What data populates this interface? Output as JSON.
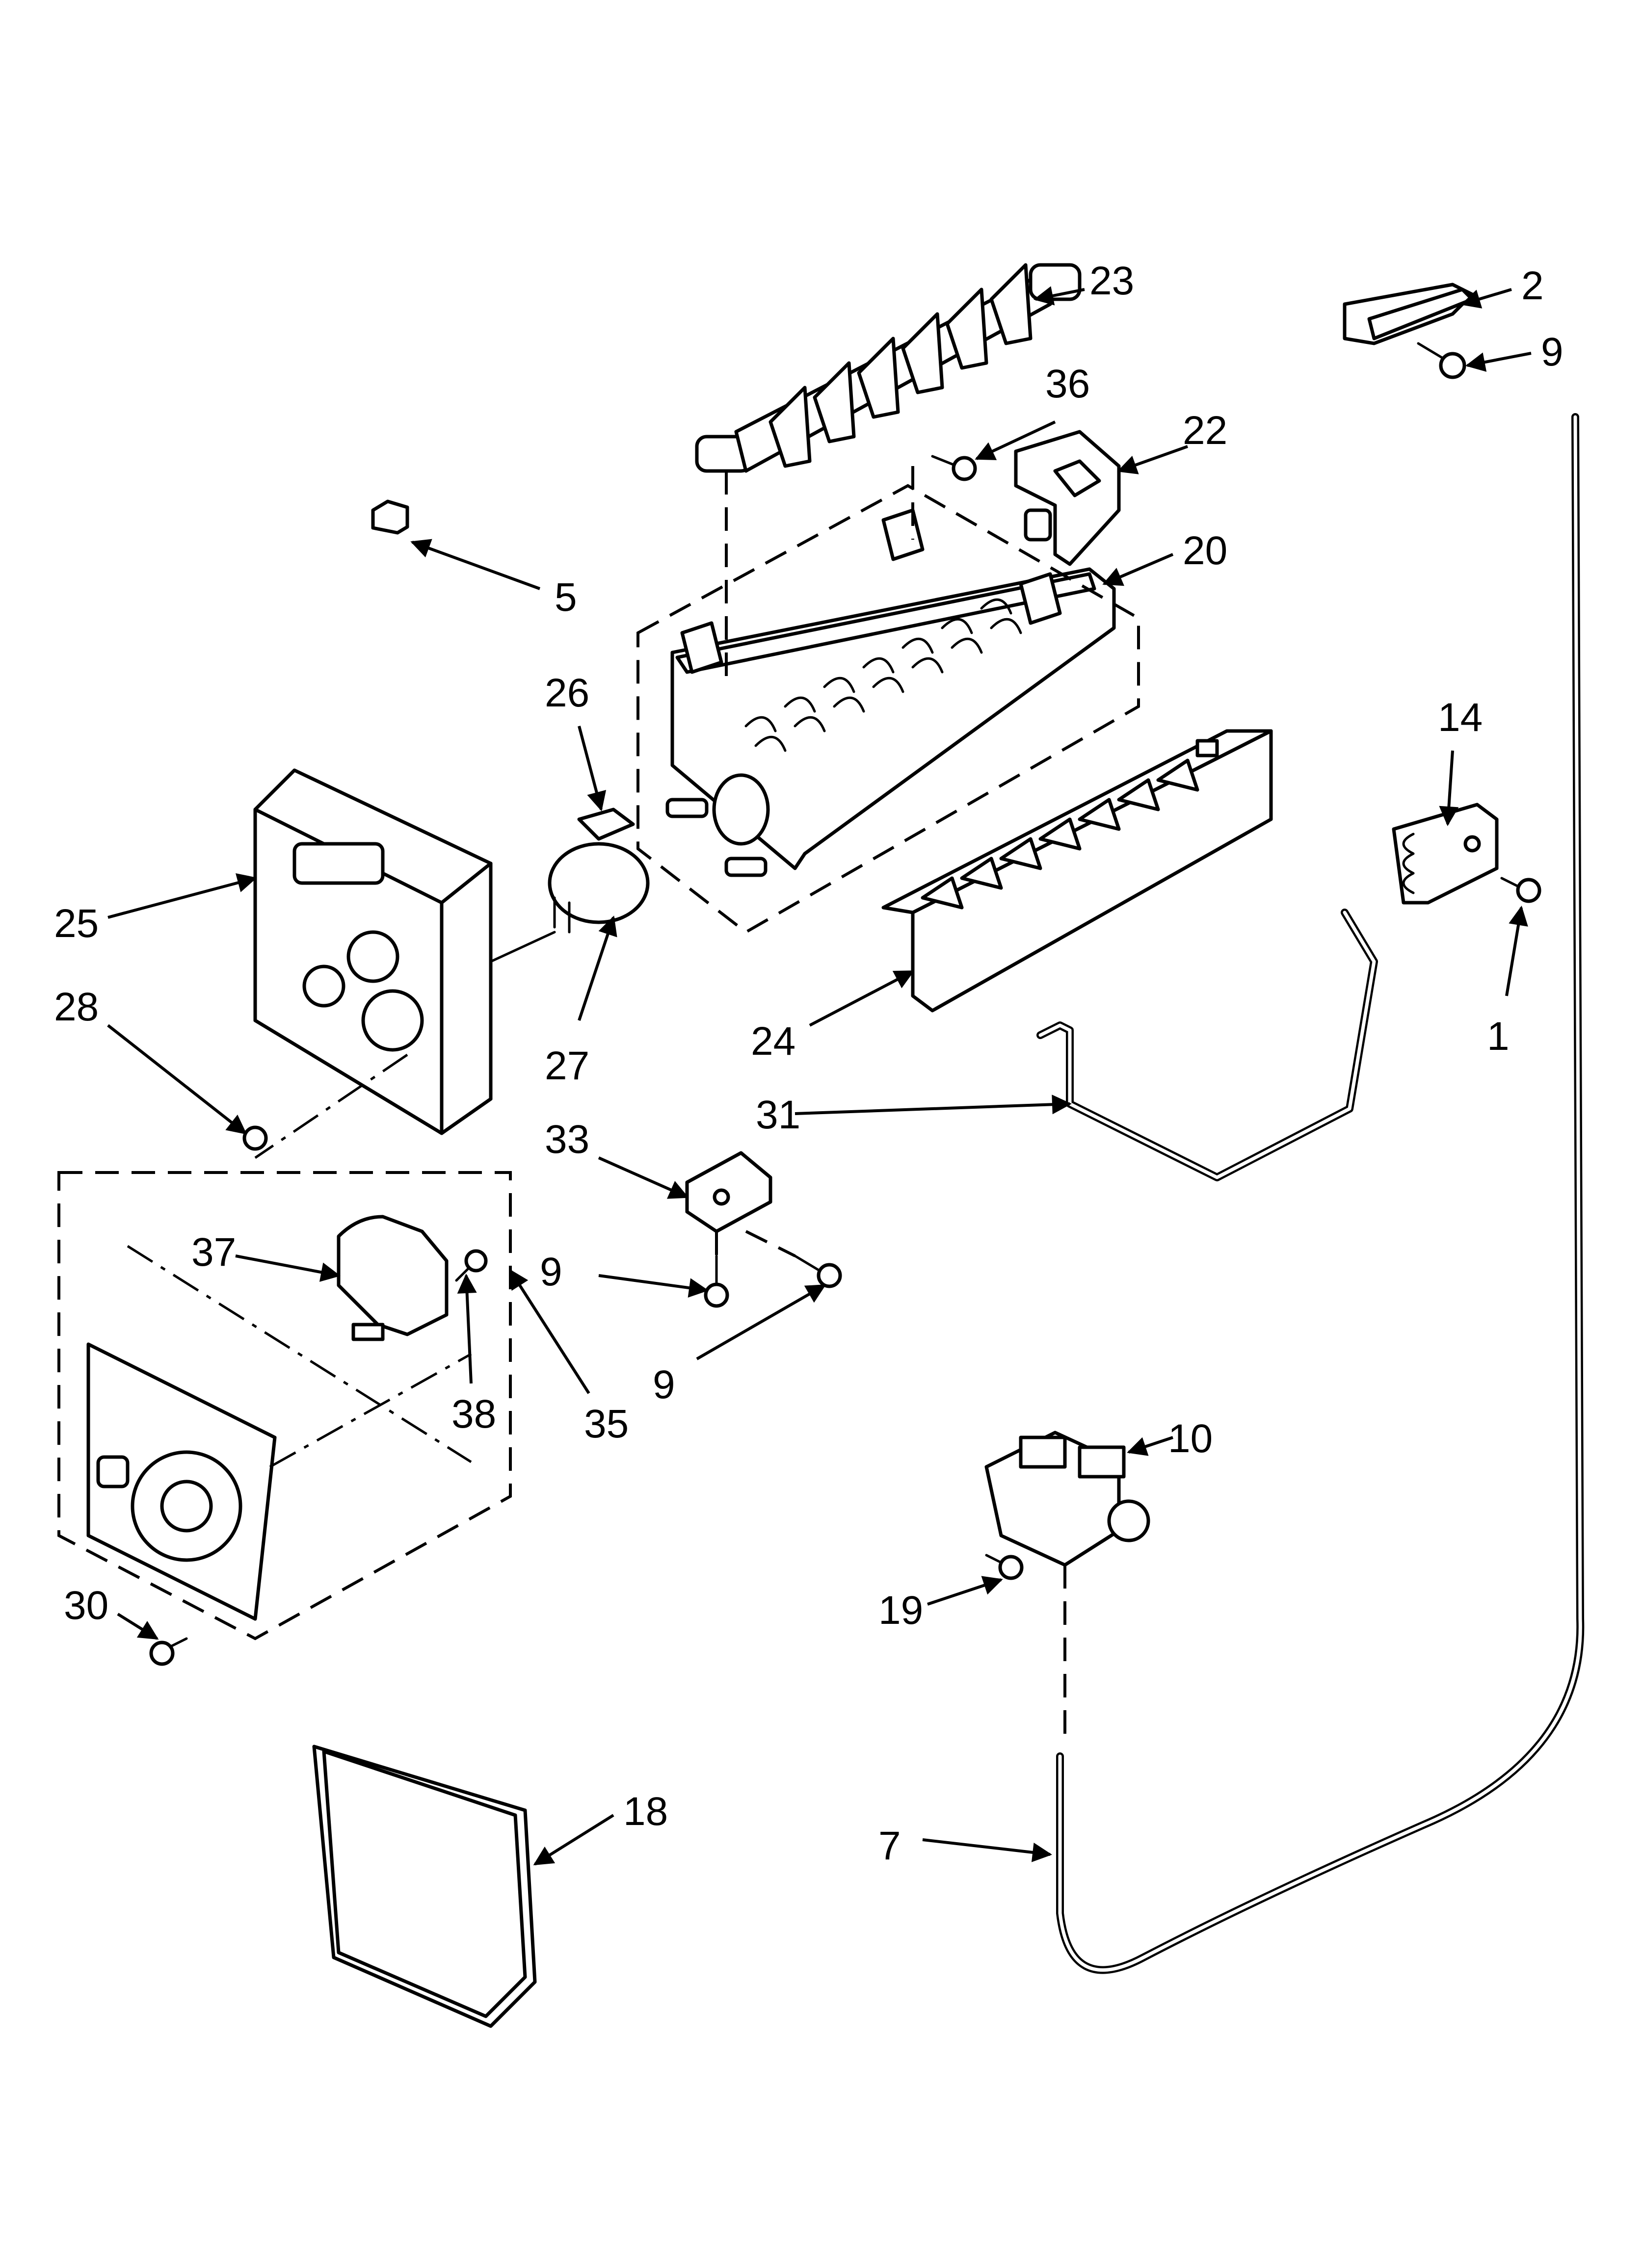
{
  "diagram": {
    "callouts": [
      {
        "label": "23"
      },
      {
        "label": "2"
      },
      {
        "label": "9"
      },
      {
        "label": "36"
      },
      {
        "label": "22"
      },
      {
        "label": "5"
      },
      {
        "label": "20"
      },
      {
        "label": "26"
      },
      {
        "label": "14"
      },
      {
        "label": "25"
      },
      {
        "label": "1"
      },
      {
        "label": "28"
      },
      {
        "label": "27"
      },
      {
        "label": "24"
      },
      {
        "label": "31"
      },
      {
        "label": "33"
      },
      {
        "label": "37"
      },
      {
        "label": "9"
      },
      {
        "label": "38"
      },
      {
        "label": "35"
      },
      {
        "label": "9"
      },
      {
        "label": "10"
      },
      {
        "label": "19"
      },
      {
        "label": "30"
      },
      {
        "label": "18"
      },
      {
        "label": "7"
      }
    ]
  }
}
